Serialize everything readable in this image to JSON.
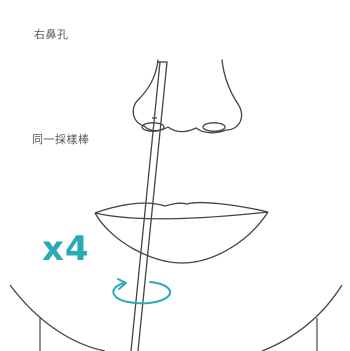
{
  "labels": {
    "nostril": "右鼻孔",
    "swab": "同一採樣棒"
  },
  "repeat": {
    "text": "x4"
  },
  "colors": {
    "accent": "#2aa9b7",
    "line": "#444444",
    "label": "#555555",
    "background": "#ffffff"
  }
}
